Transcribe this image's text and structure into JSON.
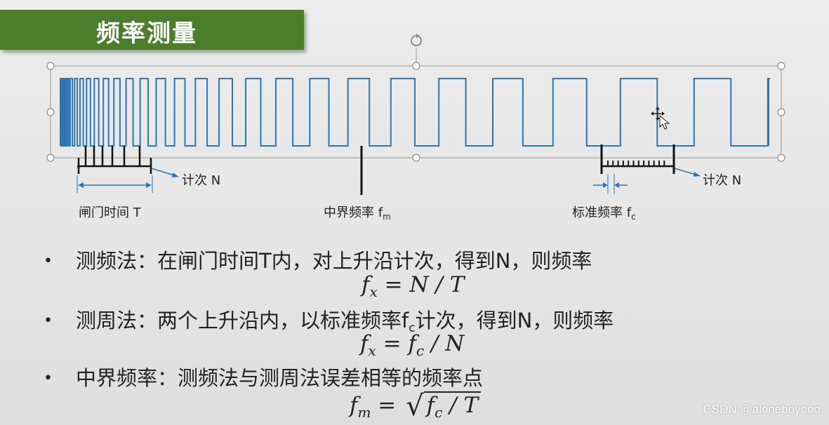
{
  "slide": {
    "title": "频率测量"
  },
  "diagram": {
    "gate_label_prefix": "闸门时间 ",
    "gate_label_var": "T",
    "count_label_left": "计次 N",
    "count_label_right": "计次 N",
    "mid_label_prefix": "中界频率 f",
    "mid_label_sub": "m",
    "std_label_prefix": "标准频率 f",
    "std_label_sub": "c",
    "wave_color": "#2e75b6"
  },
  "methods": [
    {
      "text": "测频法：在闸门时间T内，对上升沿计次，得到N，则频率"
    },
    {
      "text_before_sub": "测周法：两个上升沿内，以标准频率f",
      "sub": "c",
      "text_after_sub": "计次，得到N，则频率"
    },
    {
      "text": "中界频率：测频法与测周法误差相等的频率点"
    }
  ],
  "formulas": {
    "f1": {
      "lhs": "f",
      "lhs_sub": "x",
      "eq": " = ",
      "rhs": "N / T"
    },
    "f2": {
      "lhs": "f",
      "lhs_sub": "x",
      "eq": " = ",
      "rhs_var": "f",
      "rhs_sub": "c",
      "rhs_rest": " / N"
    },
    "f3": {
      "lhs": "f",
      "lhs_sub": "m",
      "eq": " = ",
      "inner_var": "f",
      "inner_sub": "c",
      "inner_rest": " / T"
    }
  },
  "bullet_glyph": "•",
  "watermark": "CSDN @aloneboyooo"
}
